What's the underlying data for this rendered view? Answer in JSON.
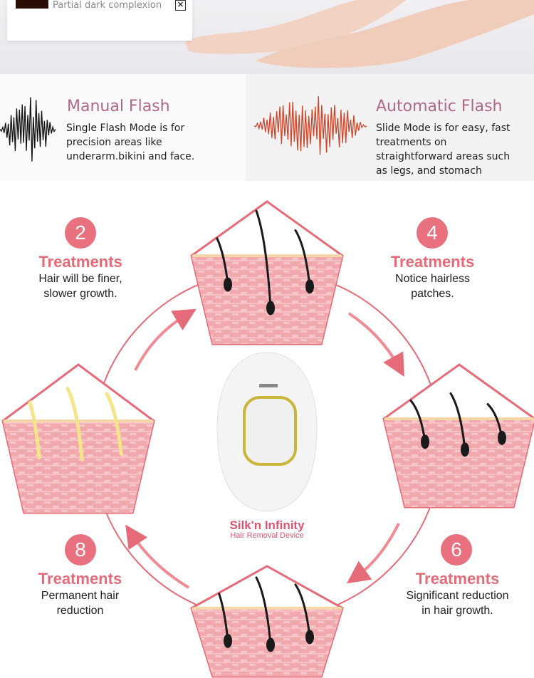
{
  "top": {
    "complexion_label": "Partial dark complexion",
    "marker": "✕",
    "swatch_color": "#2a0d05"
  },
  "manual": {
    "title": "Manual Flash",
    "desc": [
      "Single Flash Mode is for",
      "precision areas like",
      "underarm.bikini and face."
    ],
    "wave_color": "#111111"
  },
  "automatic": {
    "title": "Automatic Flash",
    "desc": [
      "Slide Mode is for easy, fast",
      "treatments on",
      "straightforward areas such",
      "as legs, and stomach"
    ],
    "wave_color": "#d0452a"
  },
  "steps": [
    {
      "number": "2",
      "title": "Treatments",
      "desc": [
        "Hair will be finer,",
        "slower growth."
      ]
    },
    {
      "number": "4",
      "title": "Treatments",
      "desc": [
        "Notice hairless",
        "patches."
      ]
    },
    {
      "number": "6",
      "title": "Treatments",
      "desc": [
        "Significant reduction",
        "in hair growth."
      ]
    },
    {
      "number": "8",
      "title": "Treatments",
      "desc": [
        "Permanent hair",
        "reduction"
      ]
    }
  ],
  "device": {
    "name": "Silk'n Infinity",
    "subtitle": "Hair Removal Device"
  },
  "colors": {
    "accent": "#e66b78",
    "skin": "#f2a9ae",
    "hair_dark": "#1a1a1a",
    "hair_light": "#f5e58a"
  }
}
